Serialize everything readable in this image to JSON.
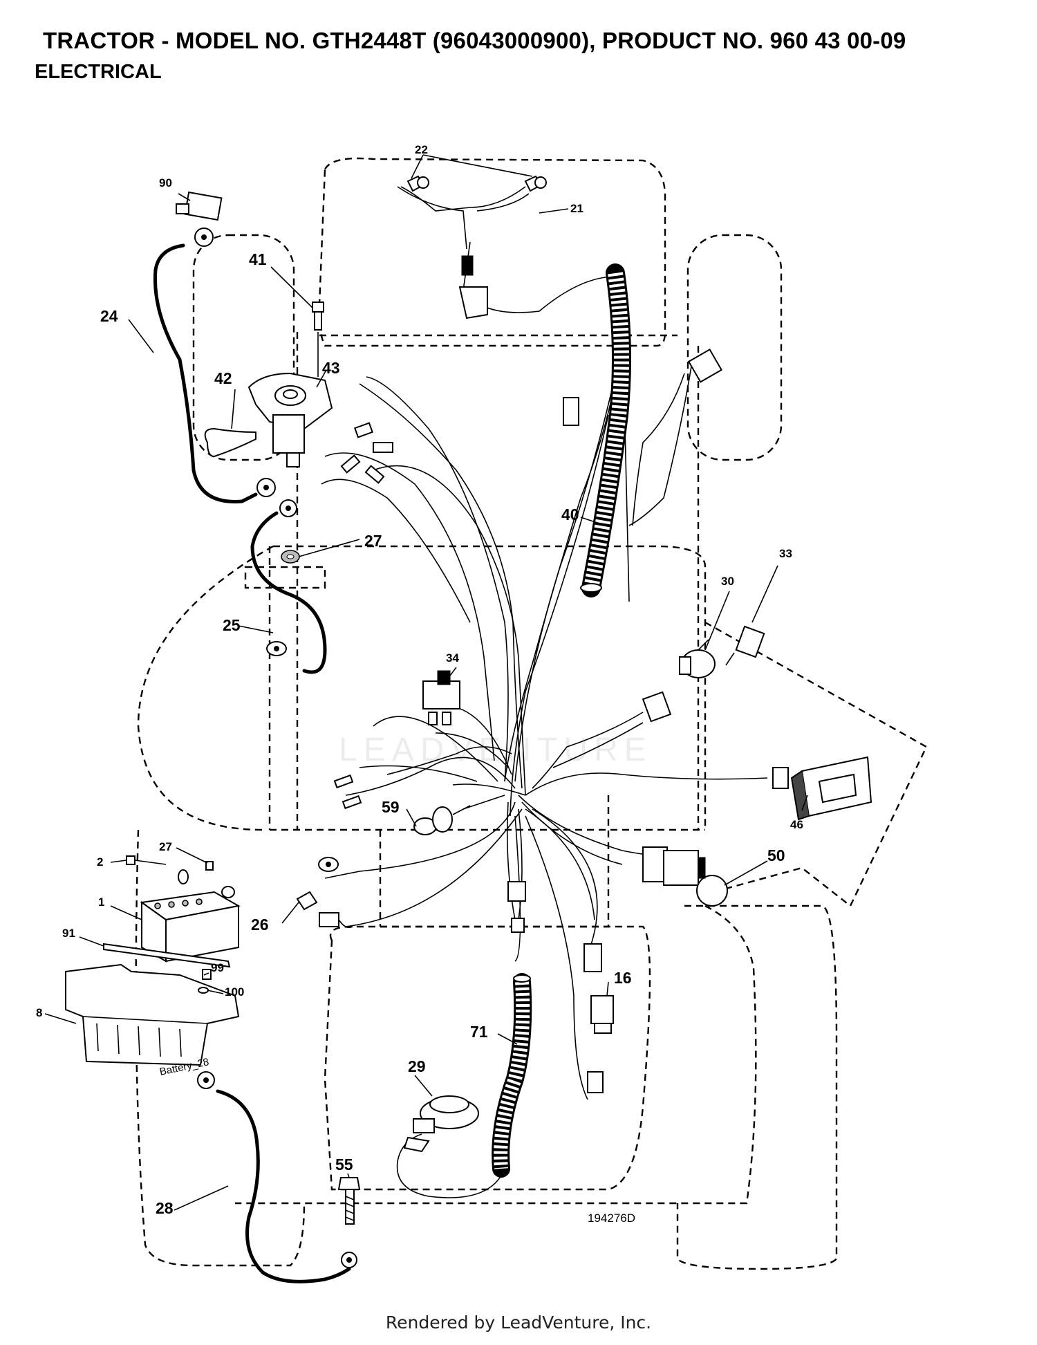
{
  "header": {
    "title": "TRACTOR - MODEL NO. GTH2448T (96043000900), PRODUCT NO. 960 43 00-09",
    "subtitle": "ELECTRICAL"
  },
  "diagram": {
    "drawing_number": "194276D",
    "battery_label": "Battery_28",
    "watermark": "LEADVENTURE",
    "callouts": {
      "c1": "1",
      "c2": "2",
      "c8": "8",
      "c16": "16",
      "c21": "21",
      "c22": "22",
      "c24": "24",
      "c25": "25",
      "c26": "26",
      "c27a": "27",
      "c27b": "27",
      "c28": "28",
      "c29": "29",
      "c30": "30",
      "c33": "33",
      "c34": "34",
      "c40": "40",
      "c41": "41",
      "c42": "42",
      "c43": "43",
      "c46": "46",
      "c50": "50",
      "c55": "55",
      "c59": "59",
      "c71": "71",
      "c90": "90",
      "c91": "91",
      "c99": "99",
      "c100": "100"
    }
  },
  "footer": {
    "text": "Rendered by LeadVenture, Inc."
  }
}
